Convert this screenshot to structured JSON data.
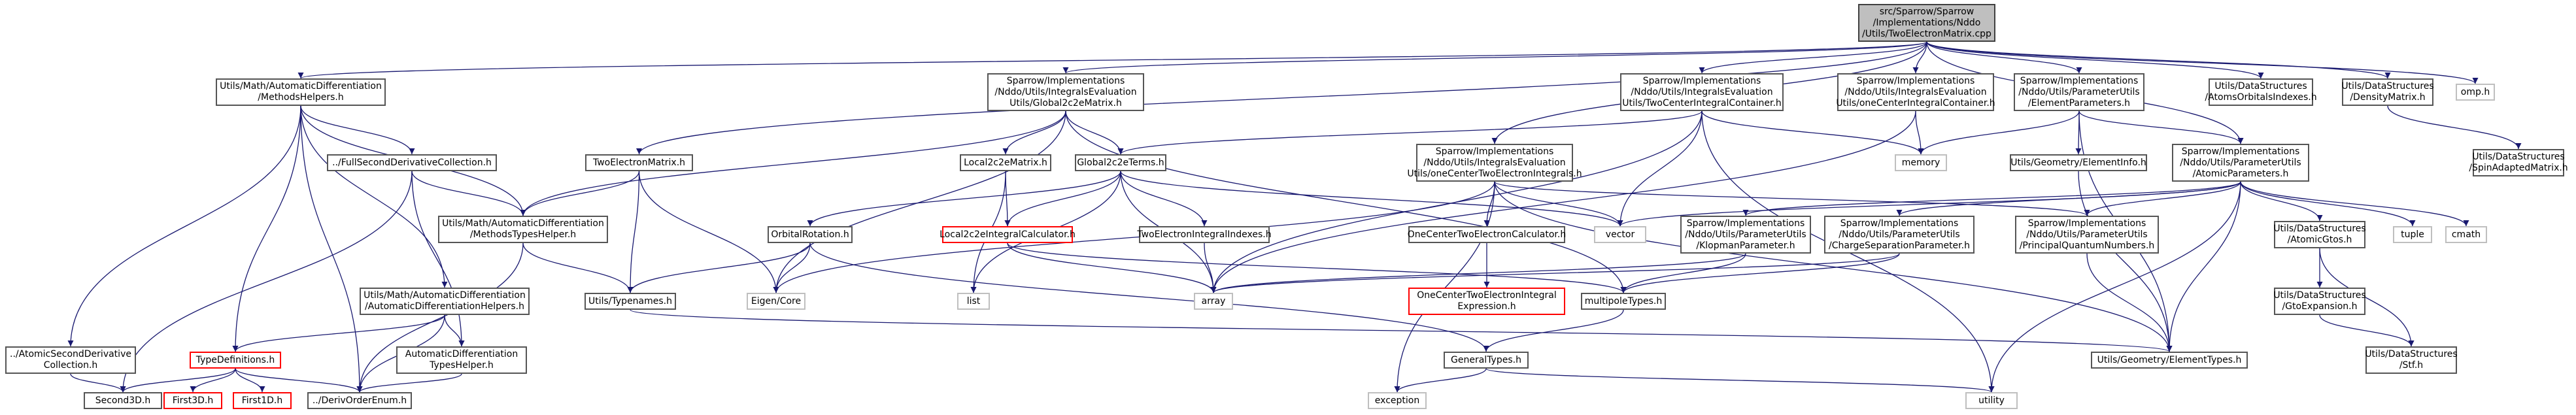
{
  "colors": {
    "edge": "#191970",
    "node_border": "#555555",
    "missing_border": "#bfbfbf",
    "error_border": "#ff0000",
    "root_fill": "#bfbfbf"
  },
  "nodes": {
    "root": "src/Sparrow/Sparrow\n/Implementations/Nddo\n/Utils/TwoElectronMatrix.cpp",
    "methods_helpers": "Utils/Math/AutomaticDifferentiation\n/MethodsHelpers.h",
    "global2c2e_matrix": "Sparrow/Implementations\n/Nddo/Utils/IntegralsEvaluation\nUtils/Global2c2eMatrix.h",
    "two_electron_matrix": "TwoElectronMatrix.h",
    "two_center_integral_container": "Sparrow/Implementations\n/Nddo/Utils/IntegralsEvaluation\nUtils/TwoCenterIntegralContainer.h",
    "one_center_two_electron_integrals": "Sparrow/Implementations\n/Nddo/Utils/IntegralsEvaluation\nUtils/oneCenterTwoElectronIntegrals.h",
    "one_center_integral_container": "Sparrow/Implementations\n/Nddo/Utils/IntegralsEvaluation\nUtils/oneCenterIntegralContainer.h",
    "element_parameters": "Sparrow/Implementations\n/Nddo/Utils/ParameterUtils\n/ElementParameters.h",
    "atoms_orbitals_indexes": "Utils/DataStructures\n/AtomsOrbitalsIndexes.h",
    "density_matrix": "Utils/DataStructures\n/DensityMatrix.h",
    "omp": "omp.h",
    "spin_adapted_matrix": "Utils/DataStructures\n/SpinAdaptedMatrix.h",
    "full_second_derivative_collection": "../FullSecondDerivativeCollection.h",
    "local2c2e_matrix": "Local2c2eMatrix.h",
    "global2c2e_terms": "Global2c2eTerms.h",
    "memory": "memory",
    "element_info": "Utils/Geometry/ElementInfo.h",
    "atomic_parameters": "Sparrow/Implementations\n/Nddo/Utils/ParameterUtils\n/AtomicParameters.h",
    "methods_types_helper": "Utils/Math/AutomaticDifferentiation\n/MethodsTypesHelper.h",
    "orbital_rotation": "OrbitalRotation.h",
    "local2c2e_integral_calculator": "Local2c2eIntegralCalculator.h",
    "two_electron_integral_indexes": "TwoElectronIntegralIndexes.h",
    "one_center_two_electron_calculator": "OneCenterTwoElectronCalculator.h",
    "vector": "vector",
    "klopman_parameter": "Sparrow/Implementations\n/Nddo/Utils/ParameterUtils\n/KlopmanParameter.h",
    "charge_separation_parameter": "Sparrow/Implementations\n/Nddo/Utils/ParameterUtils\n/ChargeSeparationParameter.h",
    "principal_quantum_numbers": "Sparrow/Implementations\n/Nddo/Utils/ParameterUtils\n/PrincipalQuantumNumbers.h",
    "atomic_gtos": "Utils/DataStructures\n/AtomicGtos.h",
    "tuple": "tuple",
    "cmath": "cmath",
    "automatic_differentiation_helpers": "Utils/Math/AutomaticDifferentiation\n/AutomaticDifferentiationHelpers.h",
    "utils_typenames": "Utils/Typenames.h",
    "eigen_core": "Eigen/Core",
    "list": "list",
    "array": "array",
    "one_center_two_electron_integral_expression": "OneCenterTwoElectronIntegral\nExpression.h",
    "multipole_types": "multipoleTypes.h",
    "gto_expansion": "Utils/DataStructures\n/GtoExpansion.h",
    "atomic_second_derivative_collection": "../AtomicSecondDerivative\nCollection.h",
    "type_definitions": "TypeDefinitions.h",
    "automatic_differentiation_types_helper": "AutomaticDifferentiation\nTypesHelper.h",
    "general_types": "GeneralTypes.h",
    "element_types": "Utils/Geometry/ElementTypes.h",
    "stf": "Utils/DataStructures\n/Stf.h",
    "second3d": "Second3D.h",
    "first3d": "First3D.h",
    "first1d": "First1D.h",
    "deriv_order_enum": "../DerivOrderEnum.h",
    "exception": "exception",
    "utility": "utility"
  }
}
